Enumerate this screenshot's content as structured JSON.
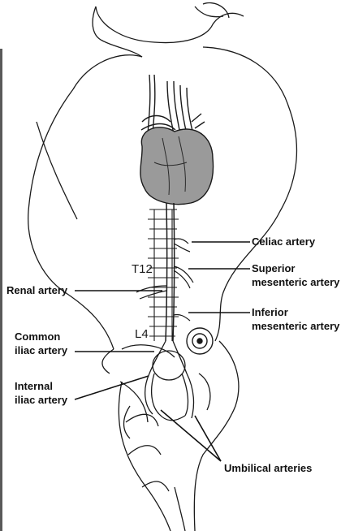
{
  "labels": {
    "celiac": "Celiac artery",
    "sma_line1": "Superior",
    "sma_line2": "mesenteric artery",
    "renal": "Renal artery",
    "ima_line1": "Inferior",
    "ima_line2": "mesenteric artery",
    "common_iliac_line1": "Common",
    "common_iliac_line2": "iliac artery",
    "internal_iliac_line1": "Internal",
    "internal_iliac_line2": "iliac artery",
    "umbilical": "Umbilical arteries"
  },
  "vertebral_markers": {
    "t12": "T12",
    "l4": "L4"
  },
  "colors": {
    "line": "#1a1a1a",
    "heart_fill": "#9a9a9a",
    "background": "#ffffff"
  }
}
